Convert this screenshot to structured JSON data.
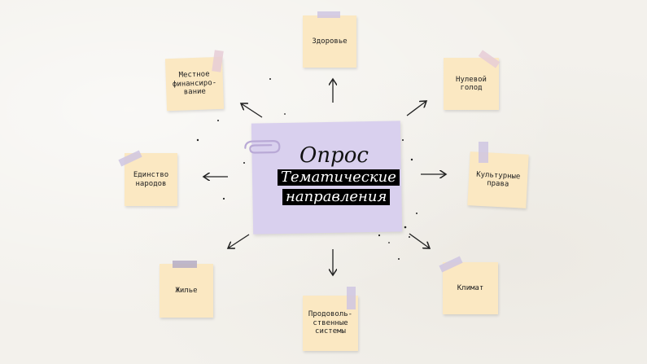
{
  "center": {
    "title": "Опрос",
    "subtitle_line1": "Тематические",
    "subtitle_line2": "направления"
  },
  "notes": {
    "health": "Здоровье",
    "zero_hunger": "Нулевой\nголод",
    "cultural_rights": "Культурные\nправа",
    "climate": "Климат",
    "food_systems": "Продоволь-\nственные\nсистемы",
    "housing": "Жилье",
    "unity": "Единство\nнародов",
    "local_finance": "Местное\nфинансиро-\nвание"
  },
  "colors": {
    "note": "#fbe8c2",
    "tape": "#cfc6e2",
    "center_card": "#d9d0ee",
    "background": "#f3f1ec"
  }
}
